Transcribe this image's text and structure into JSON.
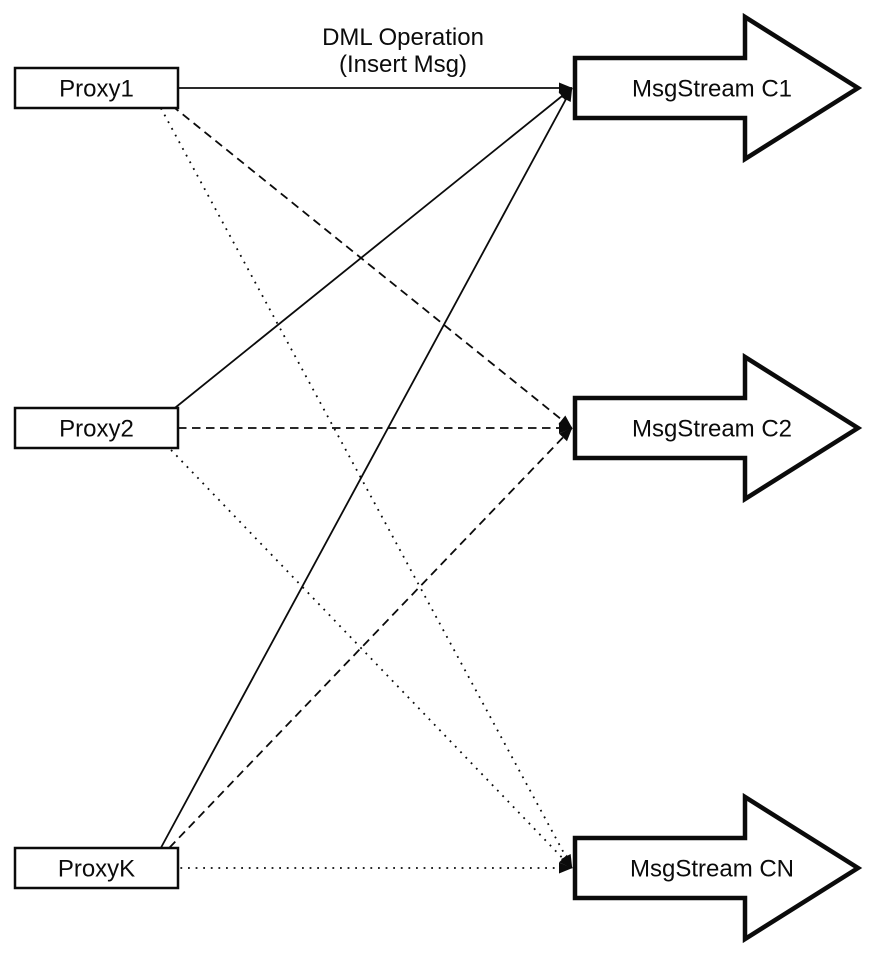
{
  "diagram": {
    "annotation": {
      "line1": "DML Operation",
      "line2": "(Insert Msg)"
    },
    "proxies": [
      {
        "id": "proxy1",
        "label": "Proxy1"
      },
      {
        "id": "proxy2",
        "label": "Proxy2"
      },
      {
        "id": "proxyk",
        "label": "ProxyK"
      }
    ],
    "streams": [
      {
        "id": "c1",
        "label": "MsgStream C1"
      },
      {
        "id": "c2",
        "label": "MsgStream C2"
      },
      {
        "id": "cn",
        "label": "MsgStream CN"
      }
    ],
    "edges": [
      {
        "from": "proxy1",
        "to": "c1",
        "style": "solid"
      },
      {
        "from": "proxy1",
        "to": "c2",
        "style": "dashed"
      },
      {
        "from": "proxy1",
        "to": "cn",
        "style": "dotted"
      },
      {
        "from": "proxy2",
        "to": "c1",
        "style": "solid"
      },
      {
        "from": "proxy2",
        "to": "c2",
        "style": "dashed"
      },
      {
        "from": "proxy2",
        "to": "cn",
        "style": "dotted"
      },
      {
        "from": "proxyk",
        "to": "c1",
        "style": "solid"
      },
      {
        "from": "proxyk",
        "to": "c2",
        "style": "dashed"
      },
      {
        "from": "proxyk",
        "to": "cn",
        "style": "dotted"
      }
    ],
    "colors": {
      "stroke": "#0b0b0b",
      "background": "#ffffff"
    }
  }
}
